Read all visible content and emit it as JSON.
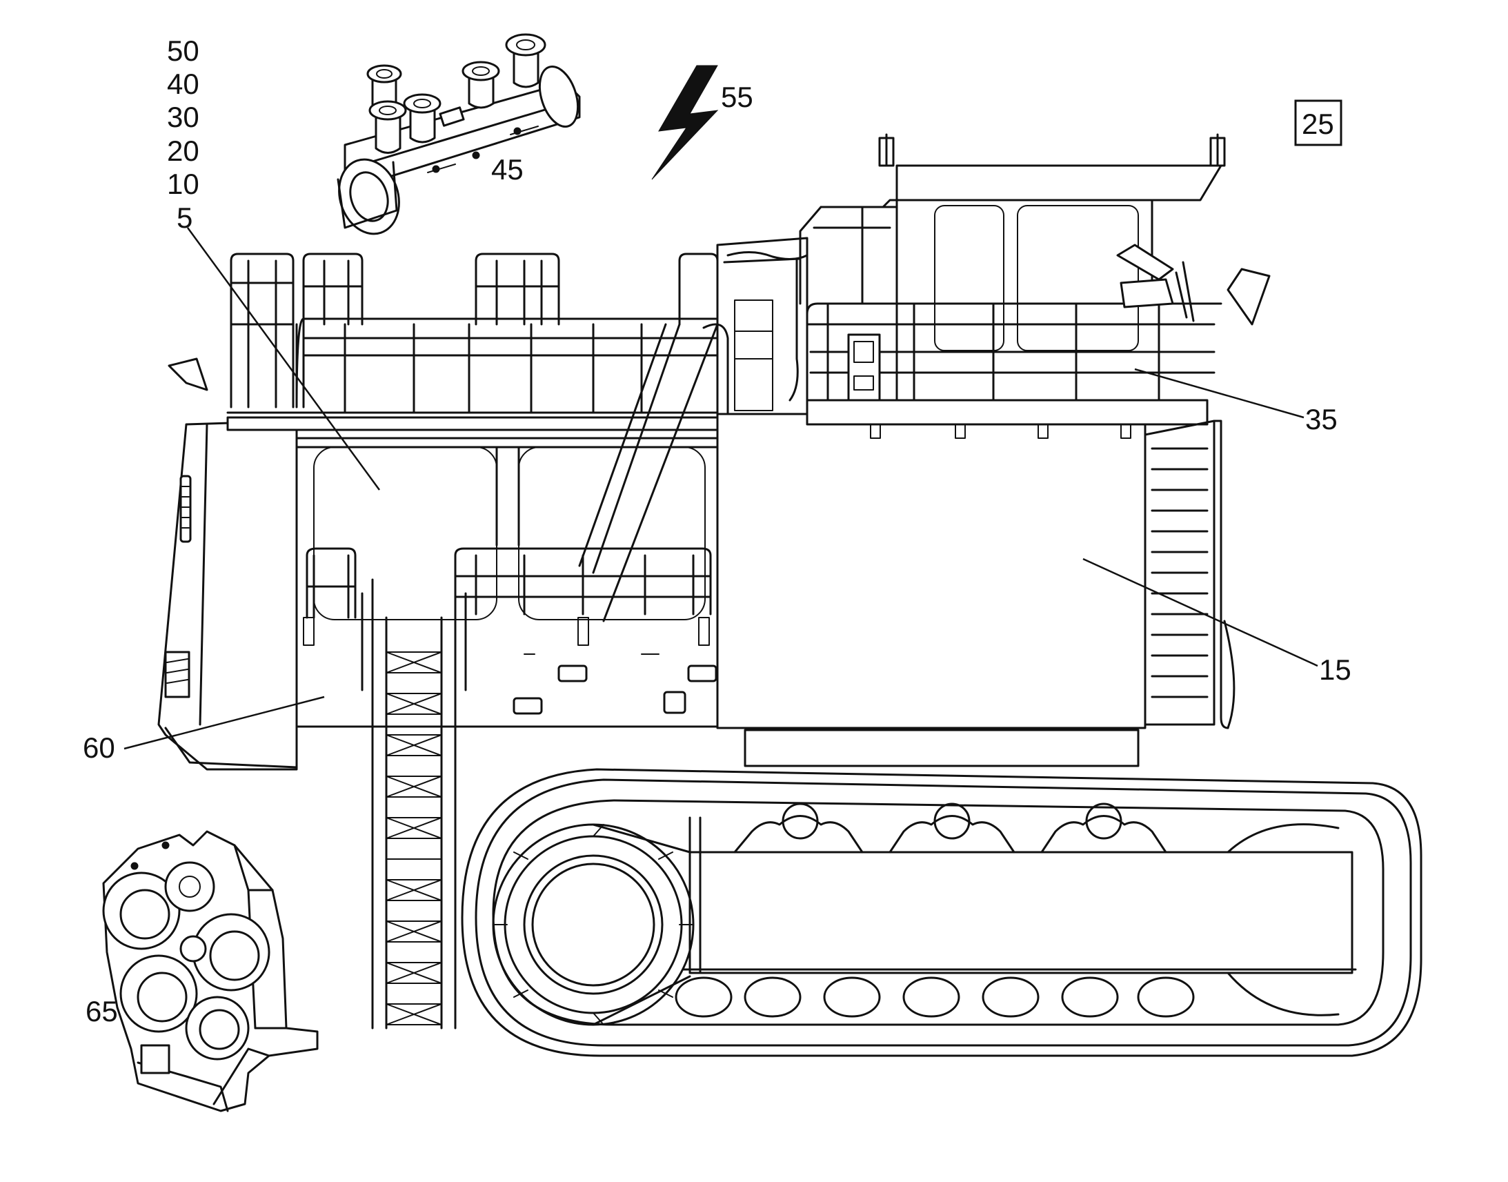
{
  "figure_code": "25",
  "callouts": {
    "c50": "50",
    "c40": "40",
    "c30": "30",
    "c20": "20",
    "c10": "10",
    "c5": "5",
    "c45": "45",
    "c55": "55",
    "c35": "35",
    "c15": "15",
    "c60": "60",
    "c65": "65"
  }
}
